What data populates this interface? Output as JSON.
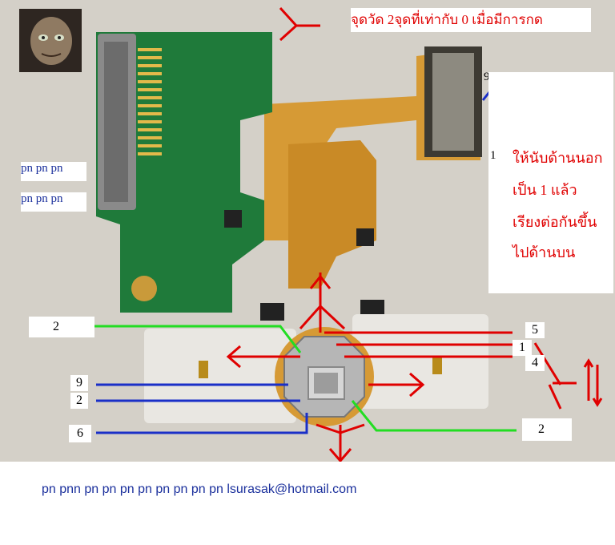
{
  "title": "จุดวัด 2จุดที่เท่ากับ 0 เมื่อมีการกด",
  "connector_pins": {
    "top": "9",
    "bottom": "1"
  },
  "note_lines": [
    "ให้นับด้านนอก",
    "เป็น 1 แล้ว",
    "เรียงต่อกันขึ้น",
    "ไปด้านบน"
  ],
  "left_labels": [
    "pn pn pn",
    "pn pn pn"
  ],
  "pin_labels": {
    "top_left": "2",
    "left_blue_1": "9",
    "left_blue_2": "2",
    "left_blue_3": "6",
    "right_5": "5",
    "right_1": "1",
    "right_4": "4",
    "bottom_right": "2"
  },
  "footer": "pn pnn pn pn pn pn pn pn pn pn  lsurasak@hotmail.com",
  "colors": {
    "red": "#e00000",
    "blue": "#1a2fc8",
    "green": "#22dd22",
    "pcb_green": "#1f7a3a",
    "flex_orange": "#d8922a"
  }
}
